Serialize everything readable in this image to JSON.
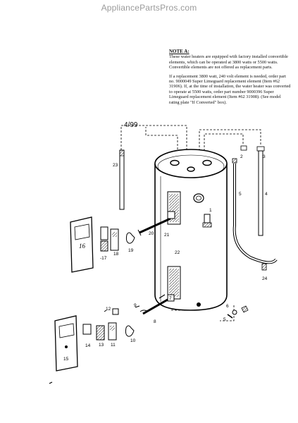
{
  "watermark": "AppliancePartsPros.com",
  "note": {
    "title": "NOTE A:",
    "para1": "These water heaters are equipped with factory installed convertible elements, which can be operated at 3800 watts or 5500 watts. Convertible elements are not offered as replacement parts.",
    "para2": "If a replacement 3800 watt, 240 volt element is needed, order part no. 9000049 Super Limeguard replacement element (Item #62 31906). If, at the time of installation, the water heater was converted to operate at 5500 watts, order part number 9000396 Super Limeguard replacement element (Item #62 31908). (See model rating plate \"If Converted\" box)."
  },
  "date_code": "4/99",
  "callouts": {
    "c1": "1",
    "c2": "2",
    "c3": "3",
    "c4": "4",
    "c5": "5",
    "c6": "6",
    "c7": "7",
    "c8": "8",
    "c9": "9",
    "c10": "10",
    "c11": "11",
    "c12": "12",
    "c13": "13",
    "c14": "14",
    "c15": "15",
    "c16": "16",
    "c17": "-17",
    "c18": "18",
    "c19": "19",
    "c20": "20",
    "c21": "21",
    "c22": "22",
    "c23": "23",
    "c24": "24"
  }
}
